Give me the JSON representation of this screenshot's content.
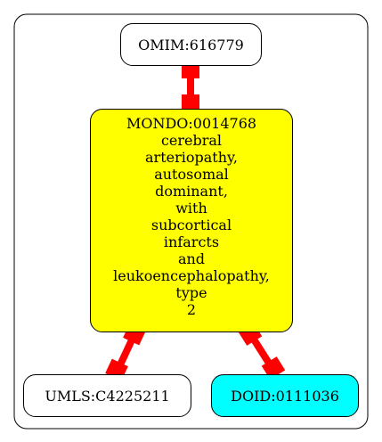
{
  "nodes": {
    "omim": {
      "label": "OMIM:616779",
      "fill": "#ffffff"
    },
    "mondo": {
      "lines": [
        "MONDO:0014768",
        "cerebral",
        "arteriopathy,",
        "autosomal",
        "dominant,",
        "with",
        "subcortical",
        "infarcts",
        "and",
        "leukoencephalopathy,",
        "type",
        "2"
      ],
      "fill": "#ffff00"
    },
    "umls": {
      "label": "UMLS:C4225211",
      "fill": "#ffffff"
    },
    "doid": {
      "label": "DOID:0111036",
      "fill": "#00ffff"
    }
  },
  "edges": [
    {
      "from": "omim",
      "to": "mondo",
      "color": "#ff0000",
      "style": "bidirectional-box"
    },
    {
      "from": "mondo",
      "to": "umls",
      "color": "#ff0000",
      "style": "bidirectional-box"
    },
    {
      "from": "mondo",
      "to": "doid",
      "color": "#ff0000",
      "style": "bidirectional-box"
    }
  ]
}
